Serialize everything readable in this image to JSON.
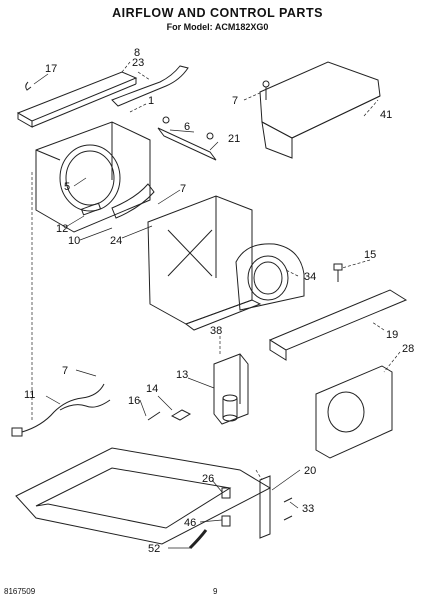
{
  "header": {
    "title": "AIRFLOW AND CONTROL PARTS",
    "model": "For Model: ACM182XG0"
  },
  "footer": {
    "doc_number": "8167509",
    "page_number": "9"
  },
  "callouts": [
    "8",
    "17",
    "23",
    "1",
    "7",
    "6",
    "21",
    "41",
    "5",
    "12",
    "7",
    "10",
    "24",
    "34",
    "15",
    "19",
    "38",
    "28",
    "7",
    "11",
    "14",
    "13",
    "16",
    "20",
    "26",
    "33",
    "46",
    "52"
  ]
}
